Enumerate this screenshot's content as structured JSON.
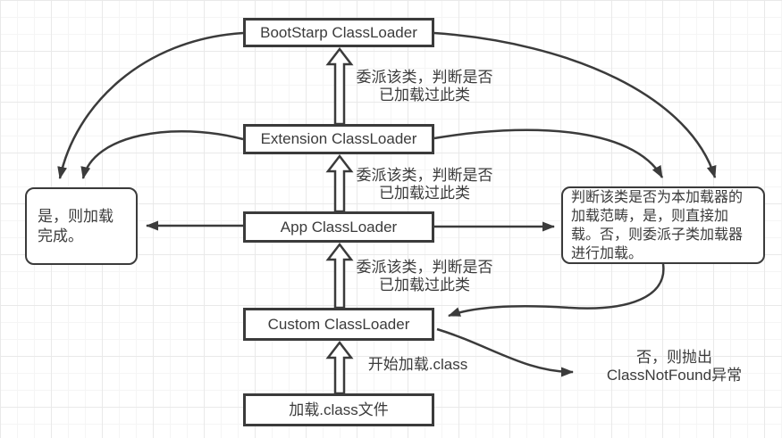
{
  "nodes": {
    "bootstrap": {
      "label": "BootStarp ClassLoader"
    },
    "extension": {
      "label": "Extension ClassLoader"
    },
    "app": {
      "label": "App ClassLoader"
    },
    "custom": {
      "label": "Custom ClassLoader"
    },
    "class_file": {
      "label": "加载.class文件"
    },
    "load_done": {
      "label": "是，则加载完成。"
    },
    "judge_scope": {
      "label": "判断该类是否为本加载器的加载范畴，是，则直接加载。否，则委派子类加载器进行加载。"
    }
  },
  "edge_labels": {
    "delegate_1": "委派该类，判断是否\n已加载过此类",
    "delegate_2": "委派该类，判断是否\n已加载过此类",
    "delegate_3": "委派该类，判断是否\n已加载过此类",
    "start_load": "开始加载.class",
    "class_not_found": "否，则抛出\nClassNotFound异常"
  },
  "colors": {
    "stroke": "#3b3b3b",
    "text": "#3b3b3b",
    "node_fill": "#ffffff",
    "background": "#ffffff",
    "grid_minor": "#f5f5f5",
    "grid_major": "#e9e9e9"
  }
}
